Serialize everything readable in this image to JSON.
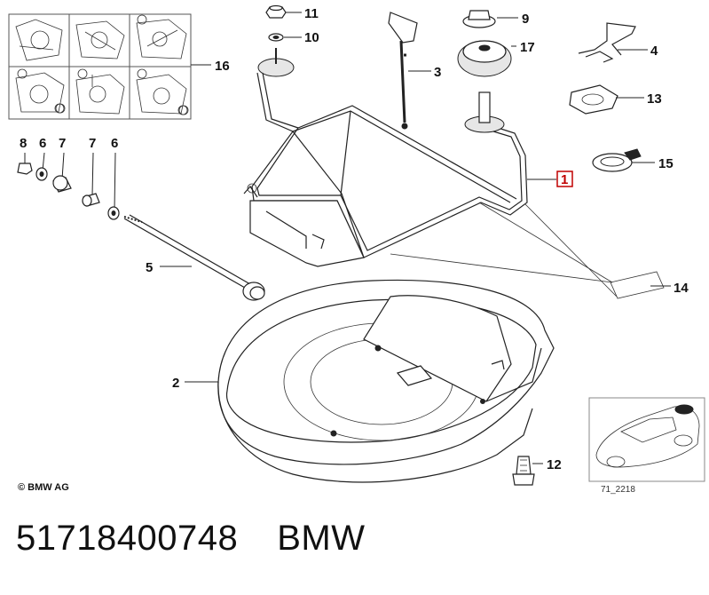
{
  "callouts": {
    "c1": "1",
    "c2": "2",
    "c3": "3",
    "c4": "4",
    "c5": "5",
    "c6a": "6",
    "c6b": "6",
    "c7a": "7",
    "c7b": "7",
    "c8": "8",
    "c9": "9",
    "c10": "10",
    "c11": "11",
    "c12": "12",
    "c13": "13",
    "c14": "14",
    "c15": "15",
    "c16": "16",
    "c17": "17"
  },
  "copyright": "© BMW AG",
  "reference_code": "71_2218",
  "footer": {
    "part_number": "51718400748",
    "brand": "BMW"
  },
  "highlight_color": "#c00000"
}
